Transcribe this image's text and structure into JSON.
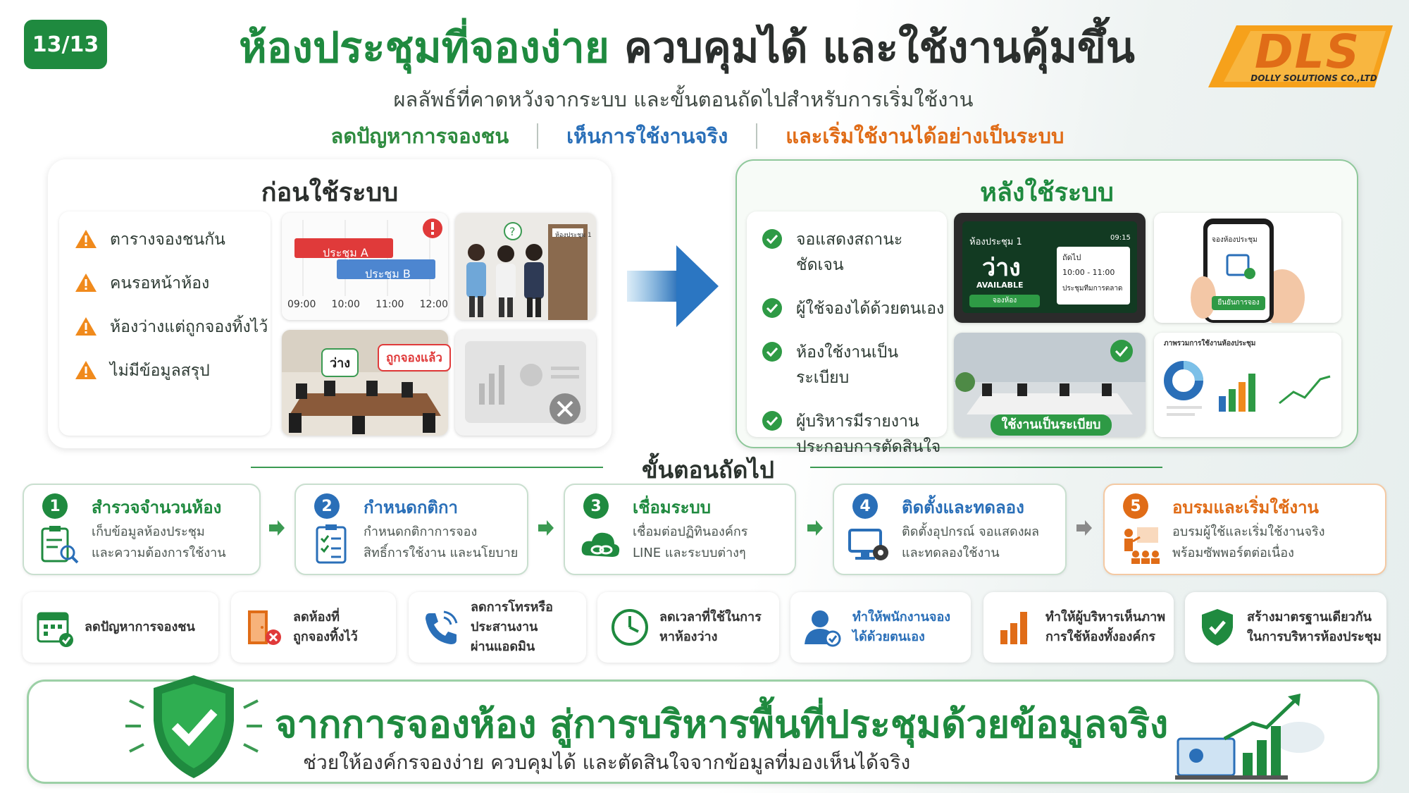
{
  "badge": "13/13",
  "title": {
    "green": "ห้องประชุมที่จองง่าย",
    "dark": "ควบคุมได้ และใช้งานคุ้มขึ้น"
  },
  "subtitle": "ผลลัพธ์ที่คาดหวังจากระบบ และขั้นตอนถัดไปสำหรับการเริ่มใช้งาน",
  "tags": [
    {
      "label": "ลดปัญหาการจองชน",
      "color": "#2e8b3f"
    },
    {
      "label": "เห็นการใช้งานจริง",
      "color": "#2a6fb8"
    },
    {
      "label": "และเริ่มใช้งานได้อย่างเป็นระบบ",
      "color": "#e06c17"
    }
  ],
  "logo": {
    "text": "DLS",
    "caption": "DOLLY SOLUTIONS CO.,LTD"
  },
  "before": {
    "title": "ก่อนใช้ระบบ",
    "items": [
      "ตารางจองชนกัน",
      "คนรอหน้าห้อง",
      "ห้องว่างแต่ถูกจองทิ้งไว้",
      "ไม่มีข้อมูลสรุป"
    ],
    "schedule": {
      "meeting_a": "ประชุม A",
      "meeting_b": "ประชุม B",
      "times": [
        "09:00",
        "10:00",
        "11:00",
        "12:00"
      ]
    },
    "room_tags": {
      "free": "ว่าง",
      "booked": "ถูกจองแล้ว"
    },
    "door_label": "ห้องประชุม 1"
  },
  "after": {
    "title": "หลังใช้ระบบ",
    "items": [
      "จอแสดงสถานะชัดเจน",
      "ผู้ใช้จองได้ด้วยตนเอง",
      "ห้องใช้งานเป็นระเบียบ",
      "ผู้บริหารมีรายงาน\nประกอบการตัดสินใจ"
    ],
    "display": {
      "room": "ห้องประชุม 1",
      "time": "09:15",
      "status": "ว่าง",
      "status_en": "AVAILABLE",
      "book_btn": "จองห้อง",
      "next": "ถัดไป",
      "next_time": "10:00 - 11:00",
      "next_title": "ประชุมทีมการตลาด"
    },
    "phone": {
      "header": "จองห้องประชุม",
      "confirm": "ยืนยันการจอง"
    },
    "room_ok": "ใช้งานเป็นระเบียบ",
    "report_title": "ภาพรวมการใช้งานห้องประชุม"
  },
  "steps_title": "ขั้นตอนถัดไป",
  "steps": [
    {
      "num": "1",
      "title": "สำรวจจำนวนห้อง",
      "desc": [
        "เก็บข้อมูลห้องประชุม",
        "และความต้องการใช้งาน"
      ],
      "color": "#1f8a3f"
    },
    {
      "num": "2",
      "title": "กำหนดกติกา",
      "desc": [
        "กำหนดกติกาการจอง",
        "สิทธิ์การใช้งาน และนโยบาย"
      ],
      "color": "#2a6fb8"
    },
    {
      "num": "3",
      "title": "เชื่อมระบบ",
      "desc": [
        "เชื่อมต่อปฏิทินองค์กร",
        "LINE และระบบต่างๆ"
      ],
      "color": "#1f8a3f"
    },
    {
      "num": "4",
      "title": "ติดตั้งและทดลอง",
      "desc": [
        "ติดตั้งอุปกรณ์ จอแสดงผล",
        "และทดลองใช้งาน"
      ],
      "color": "#2a6fb8"
    },
    {
      "num": "5",
      "title": "อบรมและเริ่มใช้งาน",
      "desc": [
        "อบรมผู้ใช้และเริ่มใช้งานจริง",
        "พร้อมซัพพอร์ตต่อเนื่อง"
      ],
      "color": "#e06c17"
    }
  ],
  "benefits": [
    "ลดปัญหาการจองชน",
    "ลดห้องที่\nถูกจองทิ้งไว้",
    "ลดการโทรหรือ\nประสานงาน\nผ่านแอดมิน",
    "ลดเวลาที่ใช้ในการ\nหาห้องว่าง",
    "ทำให้พนักงานจอง\nได้ด้วยตนเอง",
    "ทำให้ผู้บริหารเห็นภาพ\nการใช้ห้องทั้งองค์กร",
    "สร้างมาตรฐานเดียวกัน\nในการบริหารห้องประชุม"
  ],
  "banner": {
    "title": "จากการจองห้อง สู่การบริหารพื้นที่ประชุมด้วยข้อมูลจริง",
    "sub": "ช่วยให้องค์กรจองง่าย ควบคุมได้ และตัดสินใจจากข้อมูลที่มองเห็นได้จริง"
  },
  "colors": {
    "green": "#1f8a3f",
    "blue": "#2a6fb8",
    "orange": "#e06c17",
    "warning": "#f08a1c"
  }
}
